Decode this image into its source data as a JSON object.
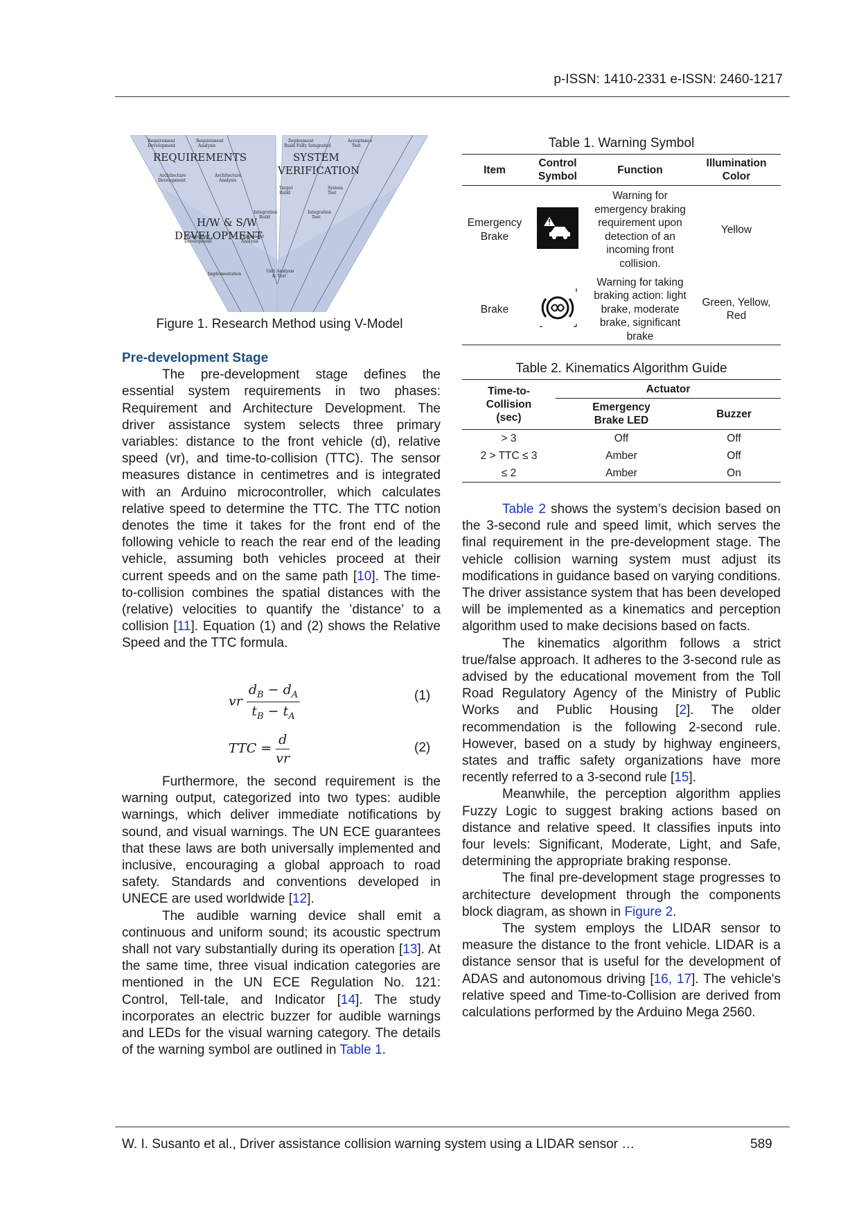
{
  "header": {
    "issn": "p-ISSN: 1410-2331  e-ISSN: 2460-1217"
  },
  "figure1": {
    "caption": "Figure 1. Research Method using V-Model",
    "left_big": [
      "REQUIREMENTS",
      "H/W & S/W",
      "DEVELOPMENT"
    ],
    "right_big": [
      "SYSTEM",
      "VERIFICATION"
    ],
    "small": {
      "req_dev": [
        "Requirement",
        "Development"
      ],
      "req_an": [
        "Requirement",
        "Analysis"
      ],
      "arch_dev": [
        "Architecture",
        "Development"
      ],
      "arch_an": [
        "Architecture",
        "Analysis"
      ],
      "comp_dev": [
        "Component",
        "Development"
      ],
      "comp_an": [
        "Component",
        "Analysis"
      ],
      "impl": [
        "Implementation"
      ],
      "unit": [
        "Unit Analysis",
        "& Test"
      ],
      "integ_build": [
        "Integration",
        "Build"
      ],
      "integ_test": [
        "Integration",
        "Test"
      ],
      "target_build": [
        "Target",
        "Build"
      ],
      "system_test": [
        "System",
        "Test"
      ],
      "deploy": [
        "Deployment",
        "Build Fully Integrated"
      ],
      "accept": [
        "Acceptance",
        "Test"
      ]
    }
  },
  "left": {
    "section_title": "Pre-development Stage",
    "p1": [
      {
        "t": "The pre-development stage defines the essential system requirements in two phases: Requirement and Architecture Development. The driver assistance system selects three primary variables: distance to the front vehicle (d), relative speed (vr), and time-to-collision (TTC). The sensor measures distance in centimetres and is integrated with an Arduino microcontroller, which calculates relative speed to determine the TTC. The TTC notion denotes the time it takes for the front end of the following vehicle to reach the rear end of the leading vehicle, assuming both vehicles proceed at their current speeds and on the same path ["
      },
      {
        "t": "10",
        "ref": true
      },
      {
        "t": "]. The time-to-collision combines the spatial distances with the (relative) velocities to quantify the ’distance’ to a collision ["
      },
      {
        "t": "11",
        "ref": true
      },
      {
        "t": "]. Equation (1) and (2) shows the Relative Speed and the TTC formula."
      }
    ],
    "eq1": {
      "lhs": "vr",
      "num": "d_B − d_A",
      "den": "t_B − t_A",
      "label": "(1)"
    },
    "eq2": {
      "lhs": "TTC =",
      "num": "d",
      "den": "vr",
      "label": "(2)"
    },
    "p2": [
      {
        "t": "Furthermore, the second requirement is the warning output, categorized into two types: audible warnings, which deliver immediate notifications by sound, and visual warnings. The UN ECE guarantees that these laws are both universally implemented and inclusive, encouraging a global approach to road safety. Standards and conventions developed in UNECE are used worldwide ["
      },
      {
        "t": "12",
        "ref": true
      },
      {
        "t": "]."
      }
    ],
    "p3": [
      {
        "t": "The audible warning device shall emit a continuous and uniform sound; its acoustic spectrum shall not vary substantially during its operation ["
      },
      {
        "t": "13",
        "ref": true
      },
      {
        "t": "]. At the same time, three visual indication categories are mentioned in the UN ECE Regulation No. 121: Control, Tell-tale, and Indicator ["
      },
      {
        "t": "14",
        "ref": true
      },
      {
        "t": "]. The study incorporates an electric buzzer for audible warnings and LEDs for the visual warning category. The details of the warning symbol are outlined in "
      },
      {
        "t": "Table 1",
        "ref": true
      },
      {
        "t": "."
      }
    ]
  },
  "table1": {
    "caption": "Table 1. Warning Symbol",
    "headers": [
      "Item",
      "Control Symbol",
      "Function",
      "Illumination Color"
    ],
    "rows": [
      {
        "item": "Emergency Brake",
        "symbol": "collision-warning-icon",
        "function": "Warning for emergency braking requirement upon detection of an incoming front collision.",
        "color": "Yellow"
      },
      {
        "item": "Brake",
        "symbol": "brake-warning-icon",
        "function": "Warning for taking braking action: light brake, moderate brake, significant brake",
        "color": "Green, Yellow, Red"
      }
    ]
  },
  "table2": {
    "caption": "Table 2. Kinematics Algorithm Guide",
    "header_ttc": "Time-to-Collision (sec)",
    "header_actuator": "Actuator",
    "header_led": "Emergency Brake LED",
    "header_buzzer": "Buzzer",
    "rows": [
      {
        "ttc": "> 3",
        "led": "Off",
        "buzzer": "Off"
      },
      {
        "ttc": "2 > TTC ≤ 3",
        "led": "Amber",
        "buzzer": "Off"
      },
      {
        "ttc": "≤ 2",
        "led": "Amber",
        "buzzer": "On"
      }
    ]
  },
  "right": {
    "p1": [
      {
        "t": "Table 2",
        "ref": true
      },
      {
        "t": " shows the system’s decision based on the 3-second rule and speed limit, which serves the final requirement in the pre-development stage. The vehicle collision warning system must adjust its modifications in guidance based on varying conditions. The driver assistance system that has been developed will be implemented as a kinematics and perception algorithm used to make decisions based on facts."
      }
    ],
    "p2": [
      {
        "t": "The kinematics algorithm follows a strict true/false approach. It adheres to the 3-second rule as advised by the educational movement from the Toll Road Regulatory Agency of the Ministry of Public Works and Public Housing ["
      },
      {
        "t": "2",
        "ref": true
      },
      {
        "t": "]. The older recommendation is the following 2-second rule. However, based on a study by highway engineers, states and traffic safety organizations have more recently referred to a 3-second rule ["
      },
      {
        "t": "15",
        "ref": true
      },
      {
        "t": "]."
      }
    ],
    "p3": [
      {
        "t": "Meanwhile, the perception algorithm applies Fuzzy Logic to suggest braking actions based on distance and relative speed. It classifies inputs into four levels: Significant, Moderate, Light, and Safe, determining the appropriate braking response."
      }
    ],
    "p4": [
      {
        "t": "The final pre-development stage progresses to architecture development through the components block diagram, as shown in "
      },
      {
        "t": "Figure 2",
        "ref": true
      },
      {
        "t": "."
      }
    ],
    "p5": [
      {
        "t": "The system employs the LIDAR sensor to measure the distance to the front vehicle. LIDAR is a distance sensor that is useful for the development of ADAS and autonomous driving ["
      },
      {
        "t": "16, 17",
        "ref": true
      },
      {
        "t": "]. The vehicle's relative speed and Time-to-Collision are derived from calculations performed by the Arduino Mega 2560."
      }
    ]
  },
  "footer": {
    "text": "W. I. Susanto et al., Driver assistance collision warning system using a LIDAR sensor …",
    "page": "589"
  }
}
